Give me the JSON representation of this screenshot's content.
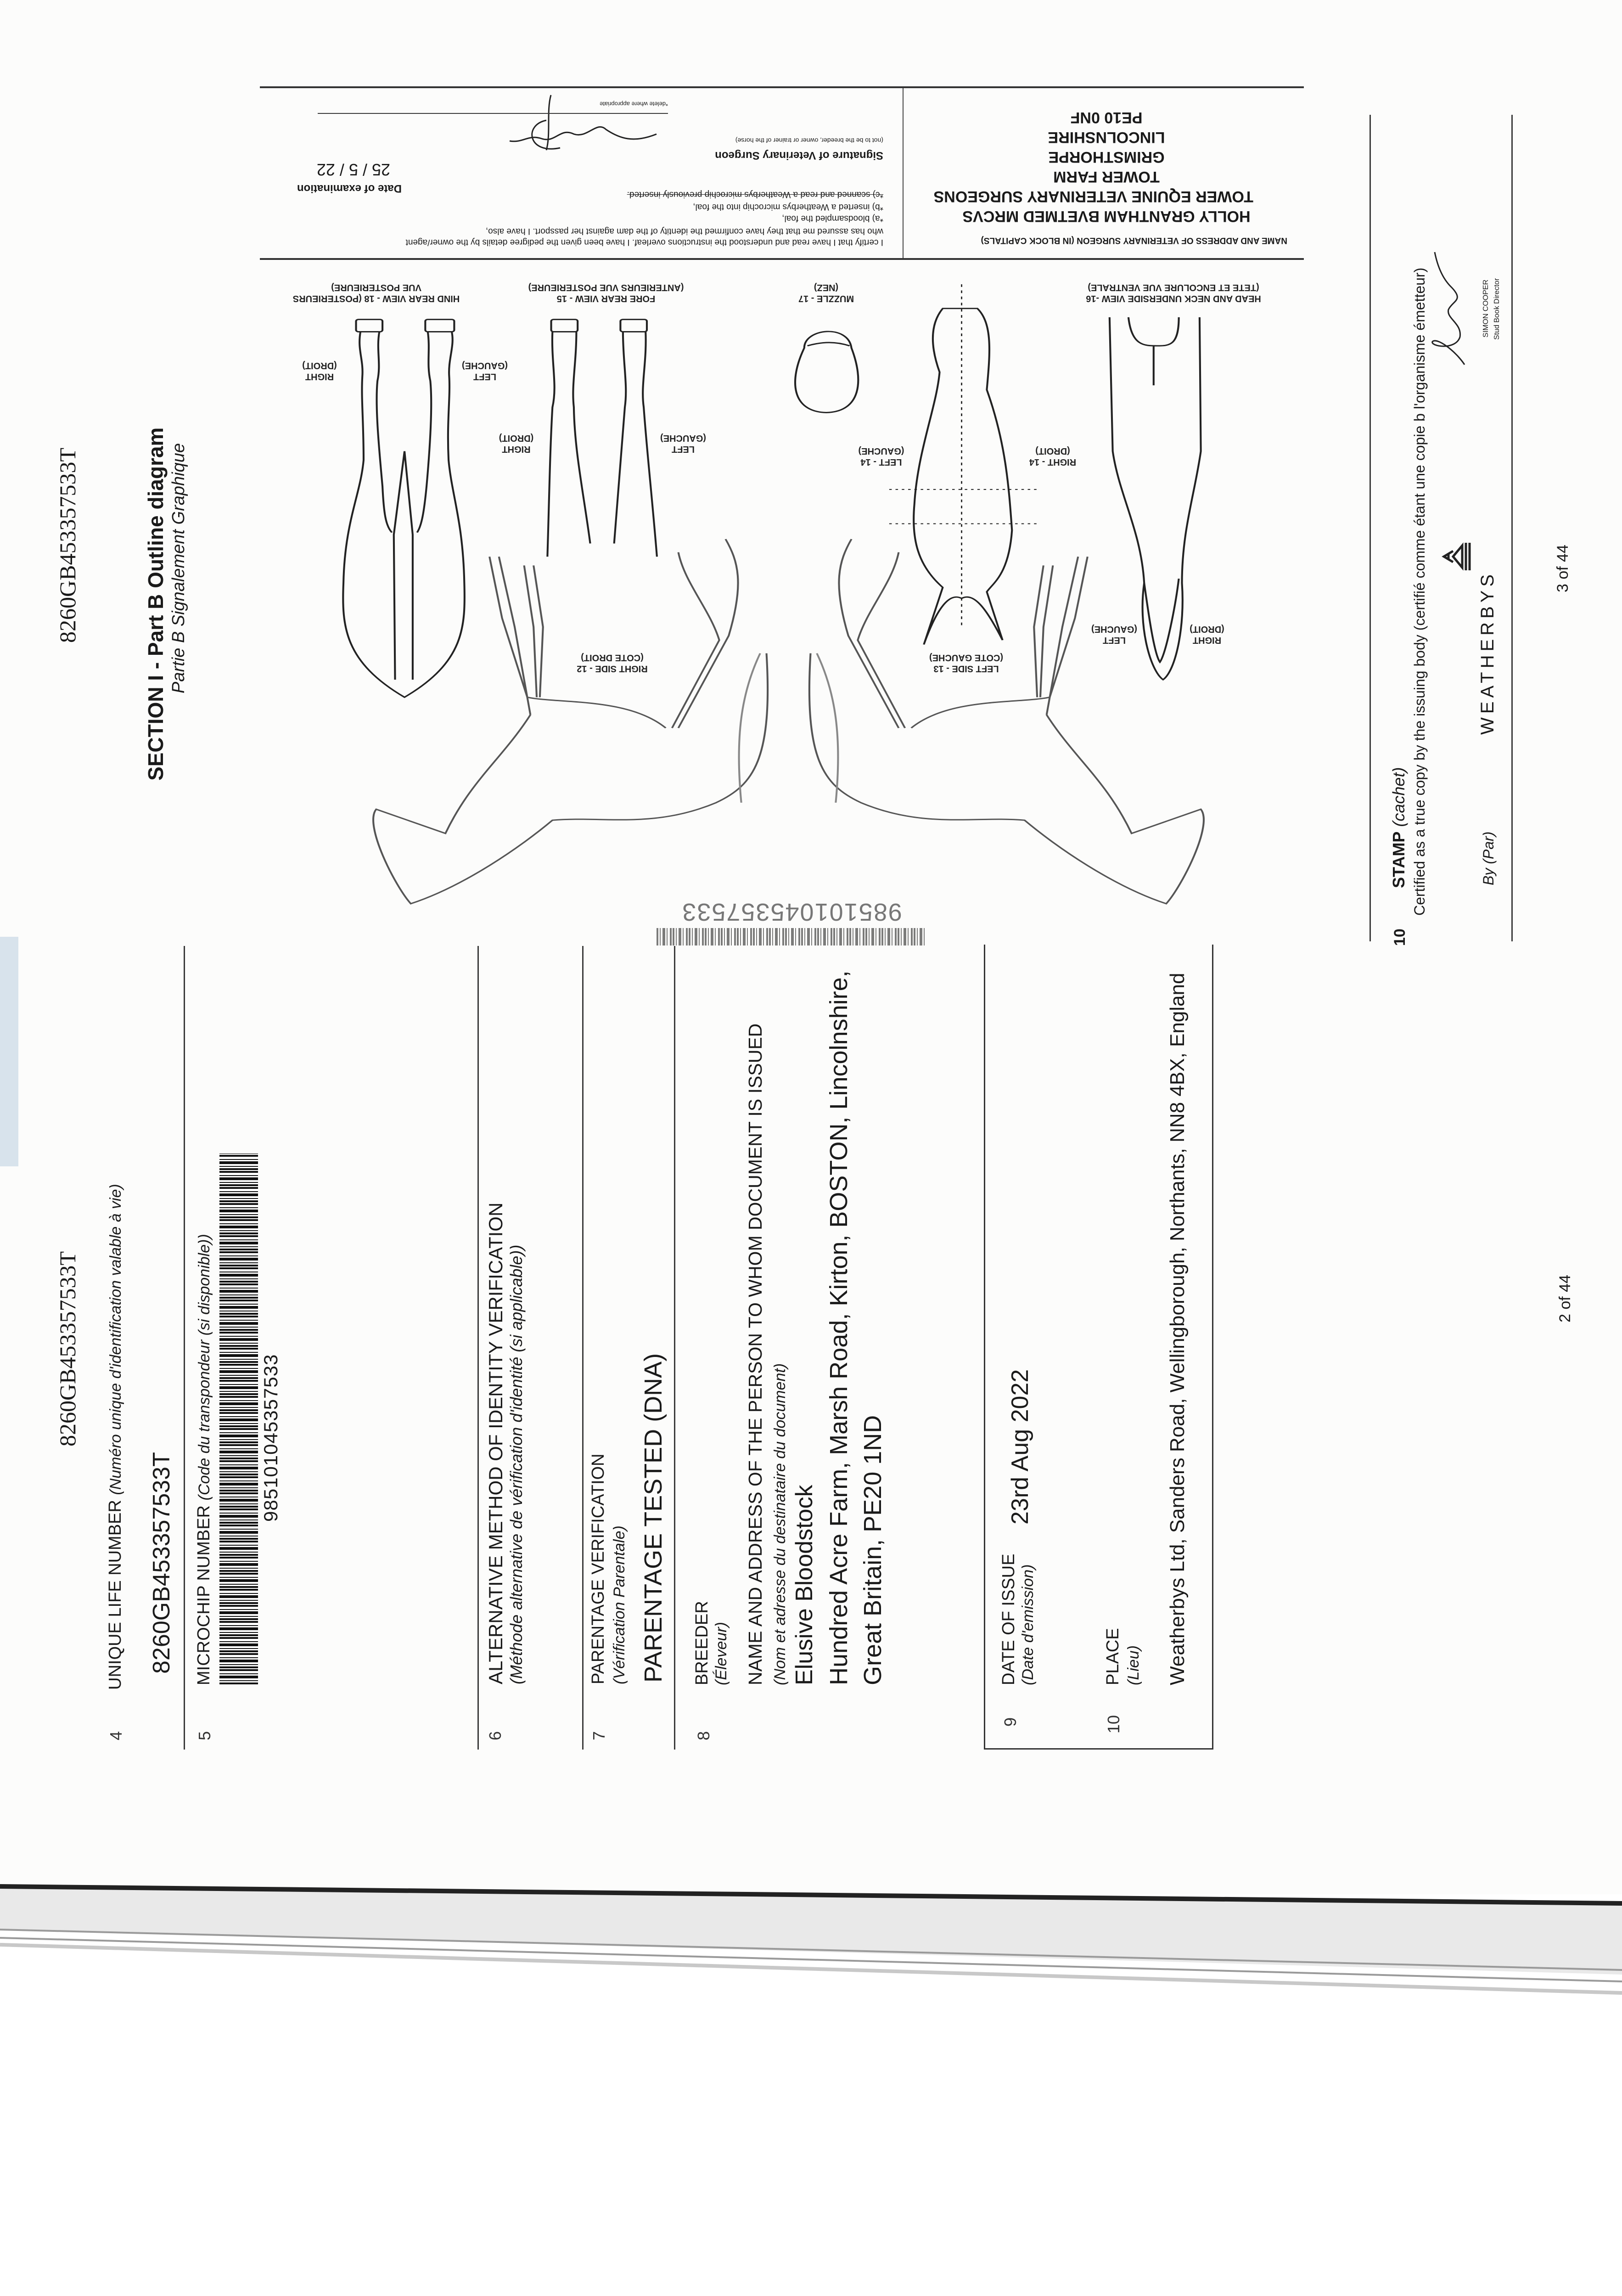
{
  "page2": {
    "header_id": "8260GB453357533T",
    "item4": {
      "number": "4",
      "label": "UNIQUE LIFE NUMBER",
      "label_fr": "(Numéro unique d'identification valable à vie)",
      "value": "8260GB453357533T"
    },
    "item5": {
      "number": "5",
      "label": "MICROCHIP NUMBER",
      "label_fr": "(Code du transpondeur (si disponible))",
      "value": "985101045357533"
    },
    "item6": {
      "number": "6",
      "label": "ALTERNATIVE METHOD OF IDENTITY VERIFICATION",
      "label_fr": "(Méthode alternative de vérification d'identité (si applicable))"
    },
    "item7": {
      "number": "7",
      "label": "PARENTAGE VERIFICATION",
      "label_fr": "(Vérification Parentale)",
      "value": "PARENTAGE TESTED (DNA)"
    },
    "item8": {
      "number": "8",
      "label": "BREEDER",
      "label_fr": "(Éleveur)",
      "sublabel": "NAME AND ADDRESS OF THE PERSON TO WHOM DOCUMENT IS ISSUED",
      "sublabel_fr": "(Nom et adresse du destinataire du document)",
      "name": "Elusive Bloodstock",
      "address_line1": "Hundred Acre Farm, Marsh Road, Kirton, BOSTON, Lincolnshire,",
      "address_line2": "Great Britain, PE20 1ND"
    },
    "item9": {
      "number": "9",
      "label": "DATE OF ISSUE",
      "label_fr": "(Date d'emission)",
      "value": "23rd Aug 2022"
    },
    "item10": {
      "number": "10",
      "label": "PLACE",
      "label_fr": "(Lieu)",
      "value": "Weatherbys Ltd, Sanders Road, Wellingborough, Northants, NN8 4BX, England"
    },
    "page_number": "2 of 44"
  },
  "page3": {
    "header_id": "8260GB453357533T",
    "section_title": "SECTION I - Part B Outline diagram",
    "section_subtitle": "Partie B Signalement Graphique",
    "diagram_labels": {
      "hind_rear": "HIND REAR VIEW - 18 (POSTERIEURS",
      "hind_rear_2": "VUE POSTERIEURE)",
      "fore_rear": "FORE REAR VIEW - 15",
      "fore_rear_2": "(ANTERIEURS VUE POSTERIEURE)",
      "muzzle": "MUZZLE - 17",
      "muzzle_2": "(NEZ)",
      "head_neck": "HEAD AND NECK UNDERSIDE VIEW -16",
      "head_neck_2": "(TETE ET ENCOLURE VUE VENTRALE)",
      "right": "RIGHT",
      "right_fr": "(DROIT)",
      "left": "LEFT",
      "left_fr": "(GAUCHE)",
      "left_14": "LEFT - 14",
      "right_14": "RIGHT - 14",
      "right_side": "RIGHT SIDE - 12",
      "right_side_fr": "(COTE DROIT)",
      "left_side": "LEFT SIDE - 13",
      "left_side_fr": "(COTE GAUCHE)"
    },
    "microchip_barcode_digits": "985101045357533",
    "vet": {
      "heading": "NAME AND ADDRESS OF VETERINARY SURGEON (IN BLOCK CAPITALS)",
      "address_lines": [
        "HOLLY GRANTHAM BVETMED MRCVS",
        "TOWER EQUINE VETERINARY SURGEONS",
        "TOWER FARM",
        "GRIMSTHORPE",
        "LINCOLNSHIRE",
        "PE10 0NF"
      ],
      "certification_lines": [
        "I certify that I have read and understood the instructions overleaf. I have been given the pedigree details by the owner/agent",
        "who has assured me that they have confirmed the identity of the dam against her passport. I have also,"
      ],
      "option_a": "*a) bloodsampled the foal,",
      "option_b": "*b) inserted a Weatherbys microchip into the foal,",
      "option_c": "*c) scanned and read a Weatherbys microchip previously inserted.",
      "signature_label": "Signature of Veterinary Surgeon",
      "signature_note": "(not to be the breeder, owner or trainer of the horse)",
      "delete_note": "*delete where appropriate",
      "date_label": "Date of examination",
      "date_value": "25 / 5 / 22"
    },
    "stamp": {
      "number": "10",
      "label": "STAMP",
      "label_fr": "(cachet)",
      "certified": "Certified as a true copy by the issuing body (certifié comme étant une copie b l'organisme émetteur)",
      "by": "By (Par)",
      "brand": "WEATHERBYS",
      "signatory": "SIMON COOPER",
      "signatory_title": "Stud Book Director"
    },
    "page_number": "3 of 44"
  }
}
